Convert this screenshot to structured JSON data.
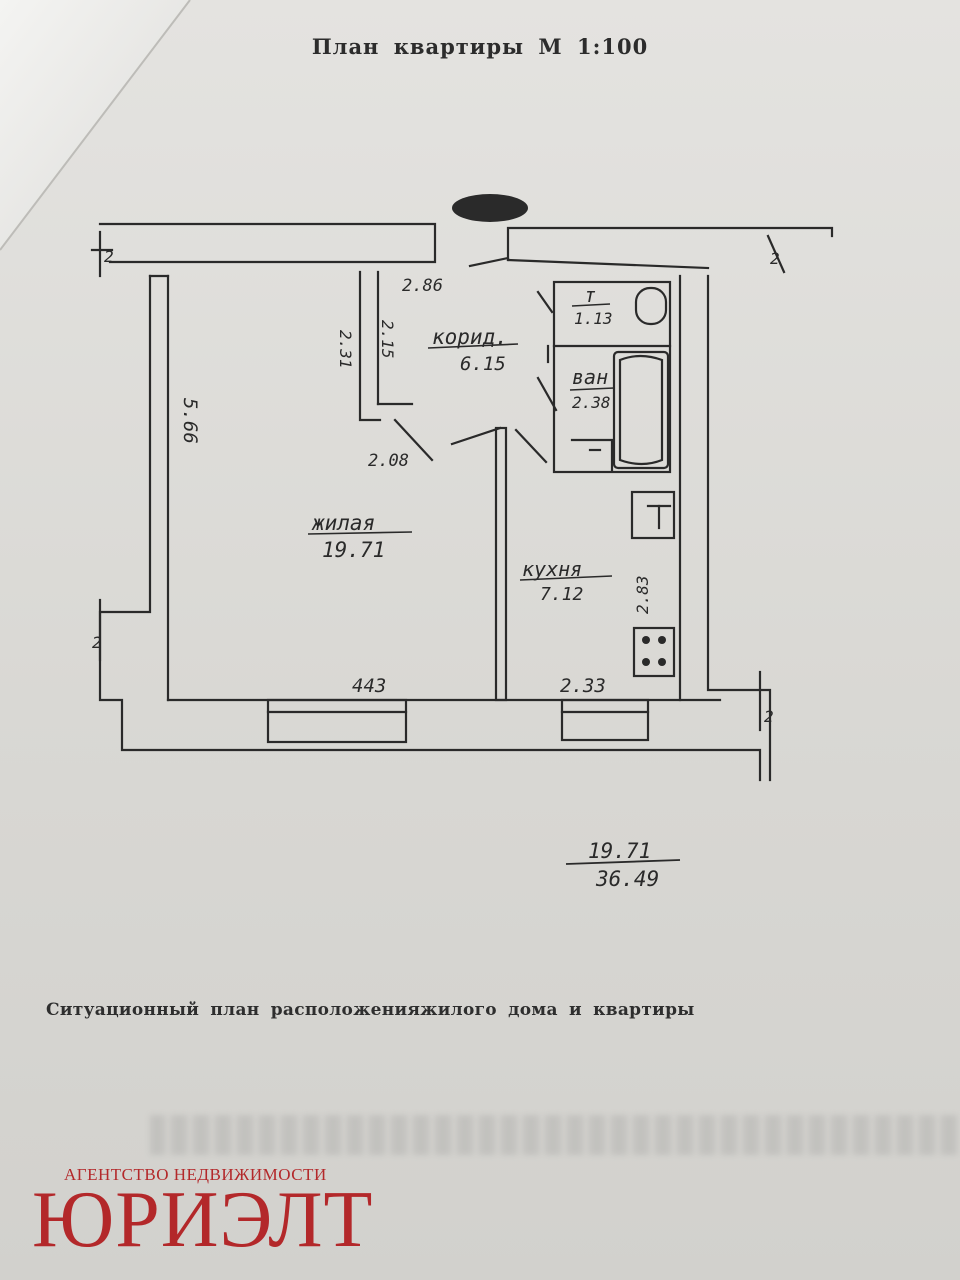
{
  "document": {
    "title": "План квартиры М 1:100",
    "situation_caption": "Ситуационный план расположенияжилого дома и квартиры"
  },
  "plan": {
    "rooms": [
      {
        "id": "living",
        "name": "жилая",
        "area": "19.71"
      },
      {
        "id": "corridor",
        "name": "корид.",
        "area": "6.15"
      },
      {
        "id": "toilet",
        "name": "т",
        "area": "1.13"
      },
      {
        "id": "bath",
        "name": "ван",
        "area": "2.38"
      },
      {
        "id": "kitchen",
        "name": "кухня",
        "area": "7.12"
      }
    ],
    "dimensions": {
      "living_depth": "5.66",
      "living_width": "443",
      "corridor_width": "2.86",
      "niche_a": "2.31",
      "niche_b": "2.15",
      "niche_c": "2.08",
      "kitchen_depth": "2.83",
      "kitchen_width": "2.33"
    },
    "wall_marks": [
      "2",
      "2",
      "2",
      "2"
    ],
    "totals": {
      "living": "19.71",
      "total": "36.49"
    }
  },
  "watermark": {
    "subtitle": "АГЕНТСТВО НЕДВИЖИМОСТИ",
    "name": "ЮРИЭЛТ",
    "color": "#b3282a"
  }
}
